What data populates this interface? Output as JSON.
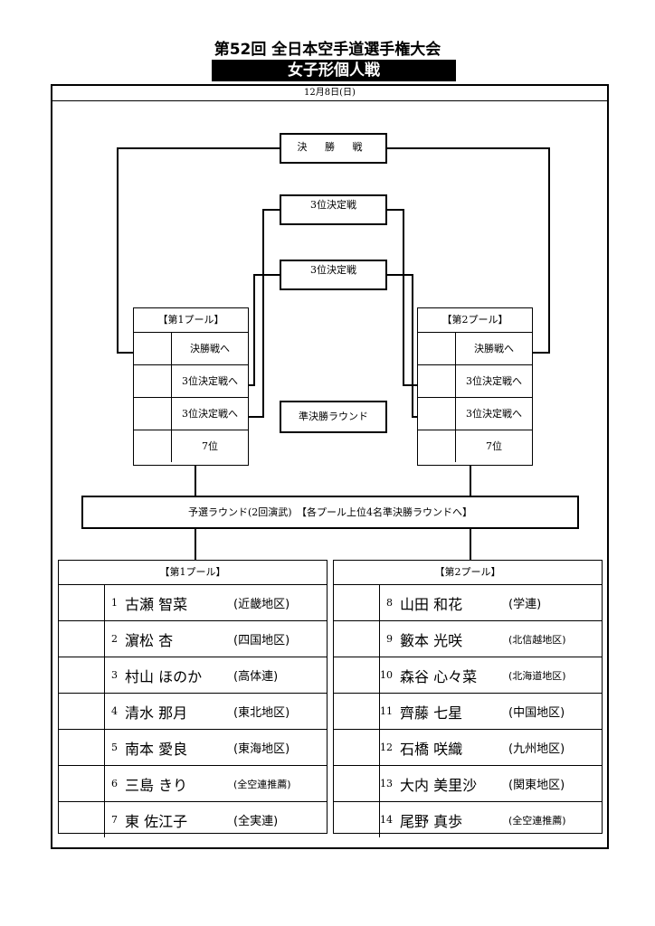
{
  "header": {
    "title": "第52回 全日本空手道選手権大会",
    "subtitle": "女子形個人戦",
    "date": "12月8日(日)"
  },
  "bracket": {
    "final": "決 勝 戦",
    "third_a": "3位決定戦",
    "third_b": "3位決定戦",
    "semi_round": "準決勝ラウンド",
    "prelim": "予選ラウンド(2回演武)　【各プール上位4名準決勝ラウンドへ】"
  },
  "pool_boxes": [
    {
      "label": "【第1プール】",
      "rows": [
        "決勝戦へ",
        "3位決定戦へ",
        "3位決定戦へ",
        "7位"
      ]
    },
    {
      "label": "【第2プール】",
      "rows": [
        "決勝戦へ",
        "3位決定戦へ",
        "3位決定戦へ",
        "7位"
      ]
    }
  ],
  "pools": [
    {
      "label": "【第1プール】",
      "players": [
        {
          "num": "1",
          "name": "古瀬 智菜",
          "aff": "(近畿地区)"
        },
        {
          "num": "2",
          "name": "濵松 杏",
          "aff": "(四国地区)"
        },
        {
          "num": "3",
          "name": "村山 ほのか",
          "aff": "(高体連)"
        },
        {
          "num": "4",
          "name": "清水 那月",
          "aff": "(東北地区)"
        },
        {
          "num": "5",
          "name": "南本 愛良",
          "aff": "(東海地区)"
        },
        {
          "num": "6",
          "name": "三島 きり",
          "aff": "(全空連推薦)"
        },
        {
          "num": "7",
          "name": "東 佐江子",
          "aff": "(全実連)"
        }
      ]
    },
    {
      "label": "【第2プール】",
      "players": [
        {
          "num": "8",
          "name": "山田 和花",
          "aff": "(学連)"
        },
        {
          "num": "9",
          "name": "籔本 光咲",
          "aff": "(北信越地区)"
        },
        {
          "num": "10",
          "name": "森谷 心々菜",
          "aff": "(北海道地区)"
        },
        {
          "num": "11",
          "name": "齊藤 七星",
          "aff": "(中国地区)"
        },
        {
          "num": "12",
          "name": "石橋 咲織",
          "aff": "(九州地区)"
        },
        {
          "num": "13",
          "name": "大内 美里沙",
          "aff": "(関東地区)"
        },
        {
          "num": "14",
          "name": "尾野 真歩",
          "aff": "(全空連推薦)"
        }
      ]
    }
  ]
}
